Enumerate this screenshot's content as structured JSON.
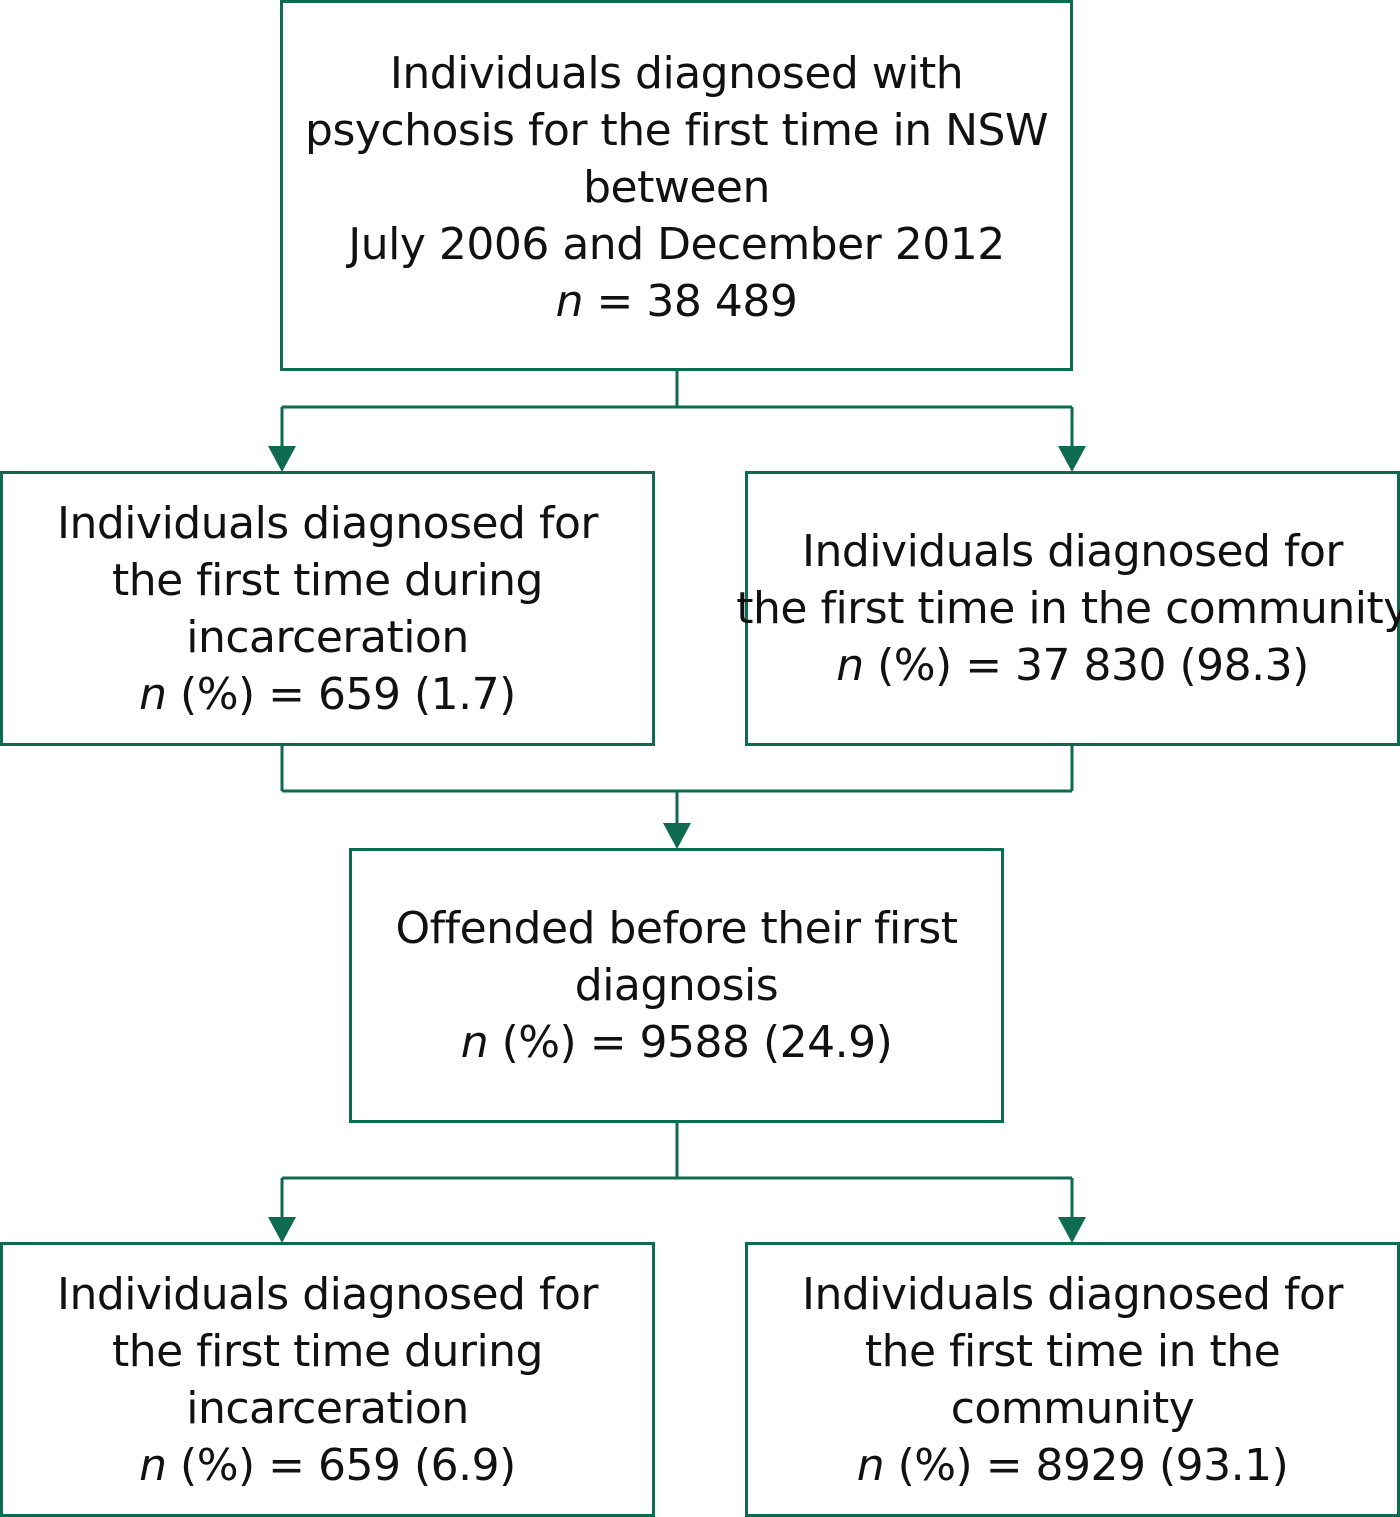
{
  "colors": {
    "accent": "#0e6b4f",
    "text": "#111111",
    "background": "#ffffff"
  },
  "top_box": {
    "lines": [
      "Individuals diagnosed with",
      "psychosis for the first time in NSW",
      "between",
      "July 2006 and December 2012"
    ],
    "n_symbol": "n",
    "n_value": " = 38 489"
  },
  "left_box_1": {
    "lines": [
      "Individuals diagnosed for",
      "the first time during",
      "incarceration"
    ],
    "n_symbol": "n",
    "n_value": " (%) = 659 (1.7)"
  },
  "right_box_1": {
    "lines": [
      "Individuals diagnosed for",
      "the first time in the community"
    ],
    "n_symbol": "n",
    "n_value": " (%) = 37 830 (98.3)"
  },
  "middle_box": {
    "lines": [
      "Offended before their first",
      "diagnosis"
    ],
    "n_symbol": "n",
    "n_value": " (%) = 9588 (24.9)"
  },
  "left_box_2": {
    "lines": [
      "Individuals diagnosed for",
      "the first time during",
      "incarceration"
    ],
    "n_symbol": "n",
    "n_value": " (%) = 659 (6.9)"
  },
  "right_box_2": {
    "lines": [
      "Individuals diagnosed for",
      "the first time in the",
      "community"
    ],
    "n_symbol": "n",
    "n_value": " (%) = 8929 (93.1)"
  }
}
